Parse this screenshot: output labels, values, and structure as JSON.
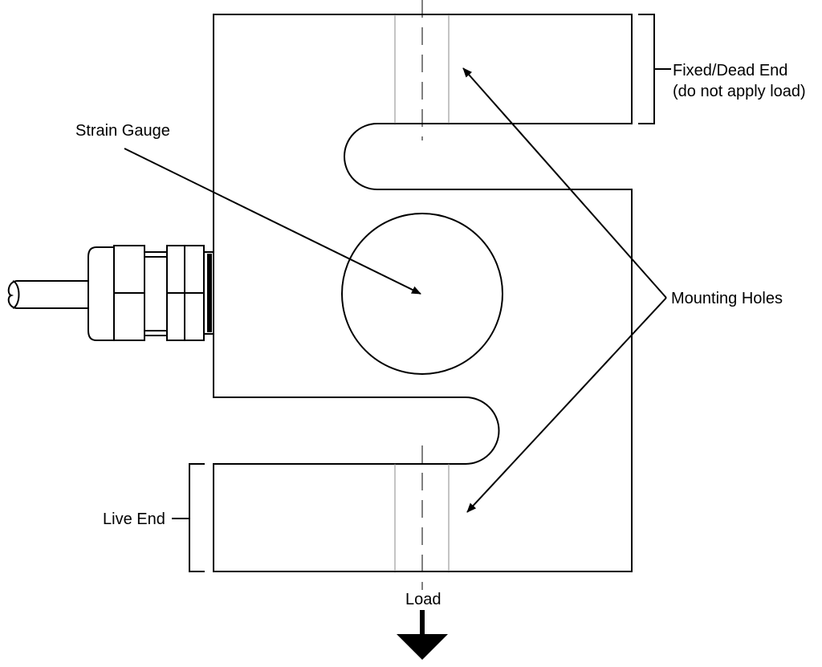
{
  "labels": {
    "fixed_end_line1": "Fixed/Dead End",
    "fixed_end_line2": "(do not apply load)",
    "strain_gauge": "Strain Gauge",
    "mounting_holes": "Mounting Holes",
    "live_end": "Live End",
    "load": "Load"
  },
  "colors": {
    "line": "#000000",
    "hole_edge": "#8a8a8a",
    "background": "#ffffff"
  }
}
